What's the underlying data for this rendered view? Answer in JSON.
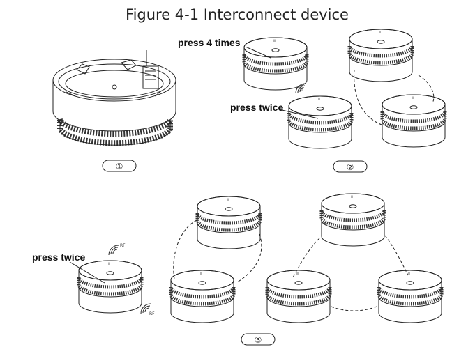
{
  "figure": {
    "title": "Figure 4-1 Interconnect device",
    "panels": [
      {
        "id": "panel-1",
        "step": "①"
      },
      {
        "id": "panel-2",
        "step": "②",
        "labels": [
          "press 4 times",
          "press twice"
        ]
      },
      {
        "id": "panel-3",
        "step": "③",
        "labels": [
          "press twice"
        ]
      }
    ],
    "rf_text": "RF"
  }
}
